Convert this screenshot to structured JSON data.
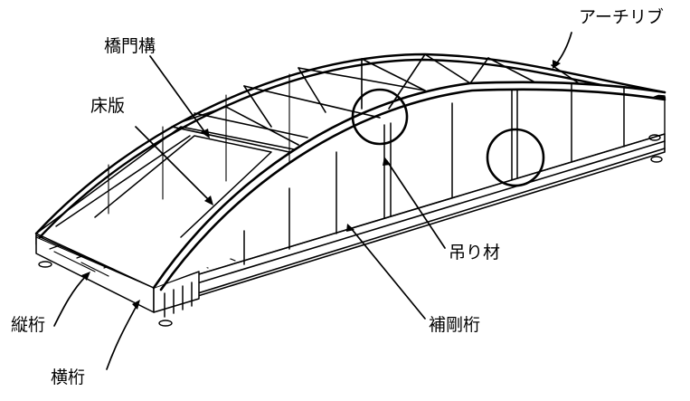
{
  "labels": {
    "arch_rib": "アーチリブ",
    "portal_bracing": "橋門構",
    "deck_slab": "床版",
    "hanger": "吊り材",
    "stringer": "縦桁",
    "stiffening_girder": "補剛桁",
    "cross_beam": "横桁"
  },
  "colors": {
    "line": "#000000",
    "background": "#ffffff"
  }
}
